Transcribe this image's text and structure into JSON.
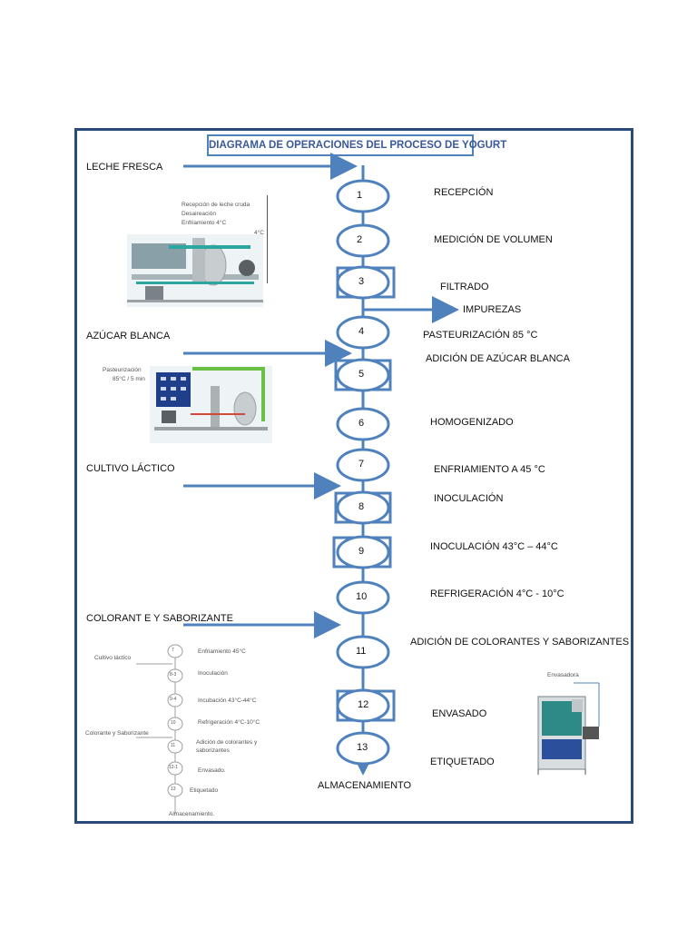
{
  "title": "DIAGRAMA DE OPERACIONES DEL PROCESO DE YOGURT",
  "inputs": {
    "leche": "LECHE  FRESCA",
    "azucar": "AZÚCAR BLANCA",
    "cultivo": "CULTIVO LÁCTICO",
    "colorante": "COLORANT E Y SABORIZANTE"
  },
  "steps": [
    {
      "num": "1",
      "label": "RECEPCIÓN"
    },
    {
      "num": "2",
      "label": "MEDICIÓN DE VOLUMEN"
    },
    {
      "num": "3",
      "label": "FILTRADO"
    },
    {
      "num": "4",
      "label": "PASTEURIZACIÓN 85 °C"
    },
    {
      "num": "5",
      "label": "ADICIÓN DE AZÚCAR BLANCA"
    },
    {
      "num": "6",
      "label": "HOMOGENIZADO"
    },
    {
      "num": "7",
      "label": "ENFRIAMIENTO A 45 °C"
    },
    {
      "num": "8",
      "label": "INOCULACIÓN"
    },
    {
      "num": "9",
      "label": "INOCULACIÓN 43°C – 44°C"
    },
    {
      "num": "10",
      "label": "REFRIGERACIÓN 4°C  - 10°C"
    },
    {
      "num": "11",
      "label": "ADICIÓN DE COLORANTES Y SABORIZANTES"
    },
    {
      "num": "12",
      "label": "ENVASADO"
    },
    {
      "num": "13",
      "label": "ETIQUETADO"
    }
  ],
  "output_impurezas": "IMPUREZAS",
  "final": "ALMACENAMIENTO",
  "image1": {
    "line1": "Recepción de leche cruda",
    "line2": "Desaireación",
    "line3": "Enfriamiento 4°C",
    "temp": "4°C"
  },
  "image2": {
    "line1": "Pasteurización",
    "line2": "85°C / 5 min"
  },
  "image3": {
    "cultivo": "Cultivo láctico",
    "colorante": "Colorante y Saborizante",
    "s1": "Enfriamiento 45°C",
    "s2": "Inoculación",
    "s3": "Incubación 43°C-44°C",
    "s4": "Refrigeración 4°C-10°C",
    "s5a": "Adición de colorantes y",
    "s5b": "saborizantes",
    "s6": "Envasado.",
    "s7": "Etiquetado",
    "s8": "Almacenamiento.",
    "n1": "7",
    "n2": "8-3",
    "n3": "9-4",
    "n4": "10",
    "n5": "11",
    "n6": "12-1",
    "n7": "13"
  },
  "image4": {
    "label": "Envasadora"
  },
  "colors": {
    "flow": "#4f81bd",
    "frame": "#2a4a7a",
    "title": "#3b5998"
  }
}
